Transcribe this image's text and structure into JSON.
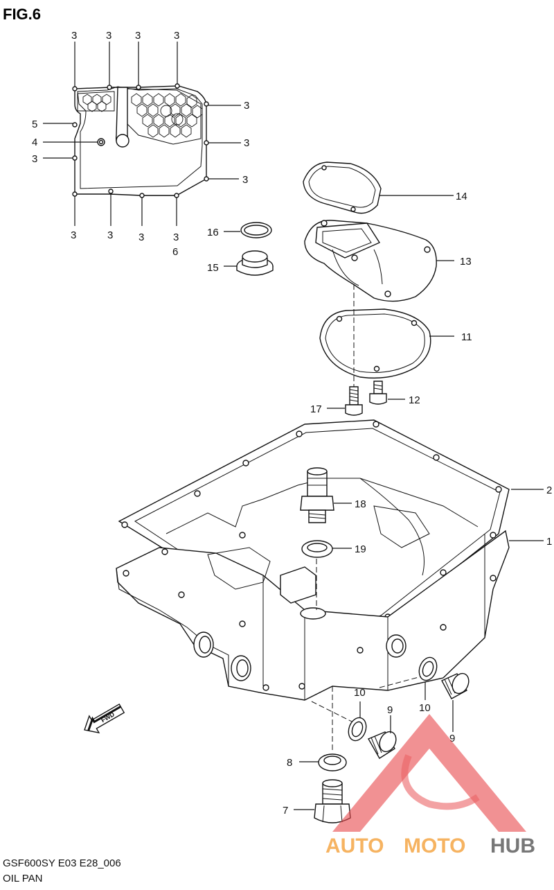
{
  "figure": {
    "title": "FIG.6",
    "model_code": "GSF600SY E03 E28_006",
    "section_name": "OIL PAN"
  },
  "callouts": {
    "top_3a": "3",
    "top_3b": "3",
    "top_3c": "3",
    "top_3d": "3",
    "right_3a": "3",
    "right_3b": "3",
    "right_3c": "3",
    "left_5": "5",
    "left_4": "4",
    "left_3": "3",
    "bottom_3a": "3",
    "bottom_3b": "3",
    "bottom_3c": "3",
    "bottom_3d": "3",
    "label_6": "6",
    "label_16": "16",
    "label_15": "15",
    "label_14": "14",
    "label_13": "13",
    "label_11": "11",
    "label_17": "17",
    "label_12": "12",
    "label_2": "2",
    "label_1": "1",
    "label_18": "18",
    "label_19": "19",
    "label_10a": "10",
    "label_9a": "9",
    "label_10b": "10",
    "label_9b": "9",
    "label_8": "8",
    "label_7": "7"
  },
  "direction_marker": "FWD",
  "watermark": {
    "text_auto": "AUTO",
    "text_moto": "MOTO",
    "text_hub": "HUB"
  },
  "colors": {
    "line": "#111111",
    "watermark_red": "#e8474b",
    "watermark_orange": "#f4a13a",
    "watermark_gray": "#777777"
  }
}
